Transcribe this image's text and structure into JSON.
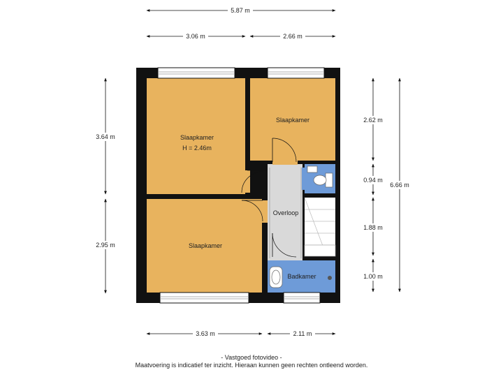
{
  "dimensions": {
    "top_total": "5.87 m",
    "top_left": "3.06 m",
    "top_right": "2.66 m",
    "bottom_left": "3.63 m",
    "bottom_right": "2.11 m",
    "left_upper": "3.64 m",
    "left_lower": "2.95 m",
    "right_seg1": "2.62 m",
    "right_seg2": "0.94 m",
    "right_seg3": "1.88 m",
    "right_seg4": "1.00 m",
    "right_total": "6.66 m"
  },
  "rooms": {
    "bedroom_top_left": {
      "name": "Slaapkamer",
      "height": "H = 2.46m"
    },
    "bedroom_top_right": {
      "name": "Slaapkamer"
    },
    "bedroom_bottom_left": {
      "name": "Slaapkamer"
    },
    "landing": {
      "name": "Overloop"
    },
    "bathroom": {
      "name": "Badkamer"
    }
  },
  "colors": {
    "room": "#E8B35E",
    "wet_room": "#6E9BD8",
    "landing": "#D9D9D9",
    "wall": "#111111"
  },
  "footer": {
    "line1": "- Vastgoed fotovideo -",
    "line2": "Maatvoering is indicatief ter inzicht. Hieraan kunnen geen rechten ontleend worden."
  }
}
